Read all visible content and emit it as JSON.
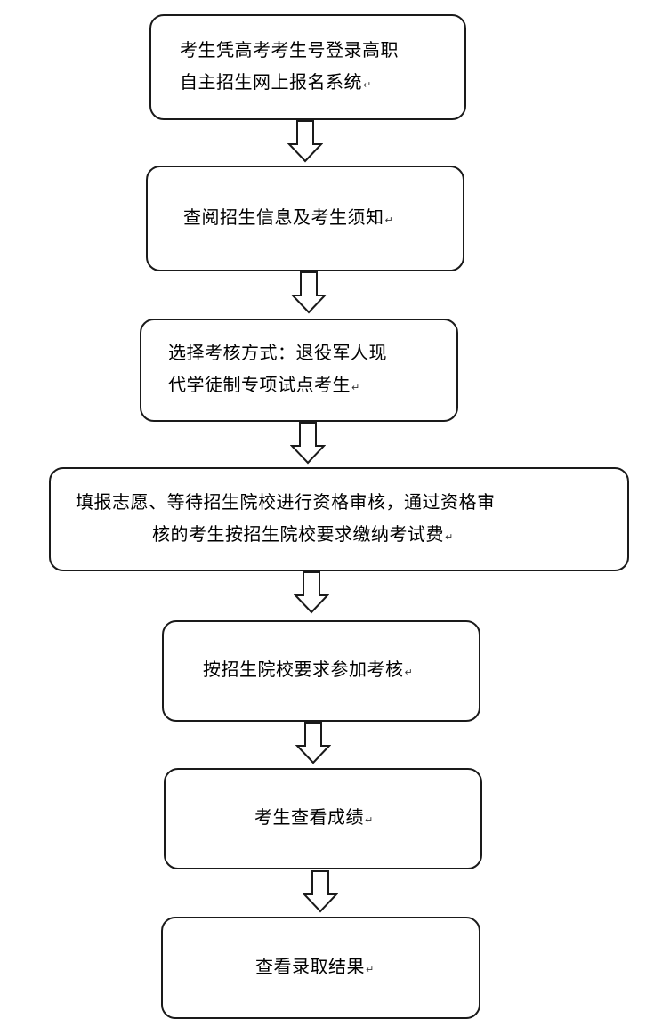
{
  "flowchart": {
    "steps": [
      {
        "lines": [
          "考生凭高考考生号登录高职",
          "自主招生网上报名系统"
        ]
      },
      {
        "lines": [
          "查阅招生信息及考生须知"
        ]
      },
      {
        "lines": [
          "选择考核方式：退役军人现",
          "代学徒制专项试点考生"
        ]
      },
      {
        "lines": [
          "填报志愿、等待招生院校进行资格审核，通过资格审",
          "核的考生按招生院校要求缴纳考试费"
        ]
      },
      {
        "lines": [
          "按招生院校要求参加考核"
        ]
      },
      {
        "lines": [
          "考生查看成绩"
        ]
      },
      {
        "lines": [
          "查看录取结果"
        ]
      }
    ],
    "paragraph_mark": "↵"
  }
}
